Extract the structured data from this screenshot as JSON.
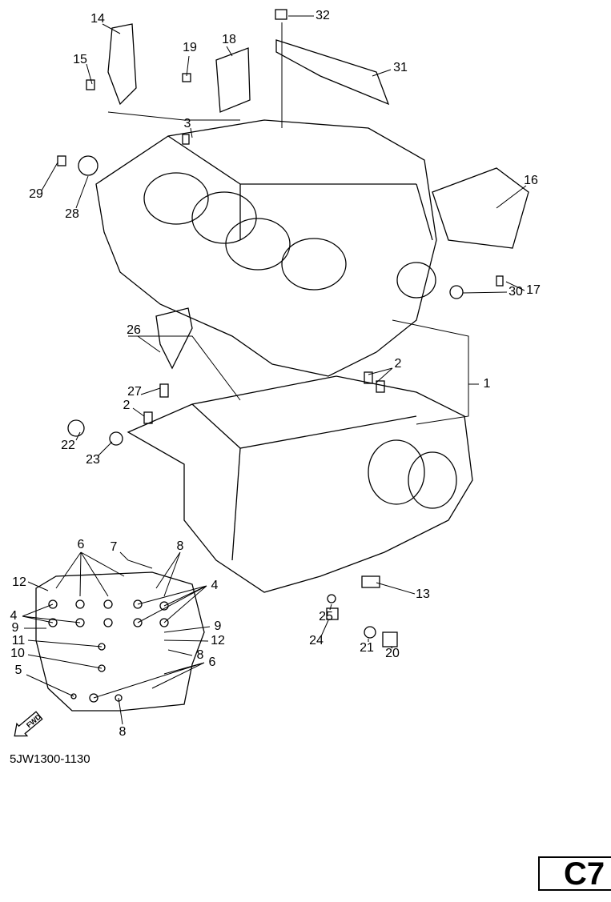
{
  "diagram_code": "5JW1300-1130",
  "page_id": "C7",
  "fwd_label": "FWD",
  "callouts": [
    "14",
    "15",
    "19",
    "18",
    "32",
    "31",
    "3",
    "29",
    "28",
    "16",
    "17",
    "30",
    "26",
    "2",
    "1",
    "27",
    "2",
    "22",
    "23",
    "13",
    "25",
    "24",
    "21",
    "20",
    "6",
    "7",
    "8",
    "12",
    "4",
    "4",
    "9",
    "9",
    "11",
    "12",
    "10",
    "8",
    "6",
    "5",
    "8"
  ]
}
